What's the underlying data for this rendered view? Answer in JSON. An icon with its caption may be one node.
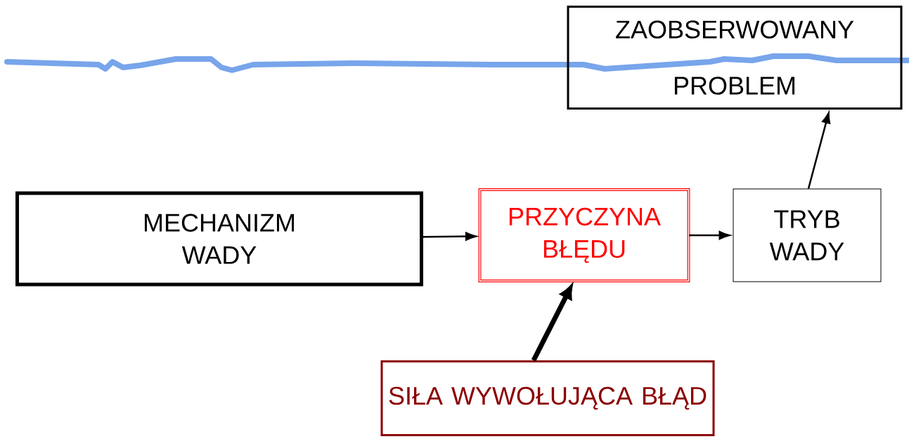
{
  "diagram": {
    "nodes": [
      {
        "text": [
          "MECHANIZM WADY"
        ]
      },
      {
        "text": [
          "PRZYCZYNA BŁĘDU"
        ]
      },
      {
        "text": [
          "TRYB WADY"
        ]
      },
      {
        "text": [
          "ZAOBSERWOWANY PROBLEM"
        ]
      },
      {
        "text": [
          "SIŁA WYWOŁUJĄCA BŁĄD"
        ]
      }
    ],
    "edges": [
      {
        "from": 0,
        "to": 1,
        "arrow": "to"
      },
      {
        "from": 1,
        "to": 2,
        "arrow": "to"
      },
      {
        "from": 2,
        "to": 3,
        "arrow": "to"
      },
      {
        "from": 4,
        "to": 1,
        "arrow": "to",
        "style": "thick"
      }
    ]
  }
}
